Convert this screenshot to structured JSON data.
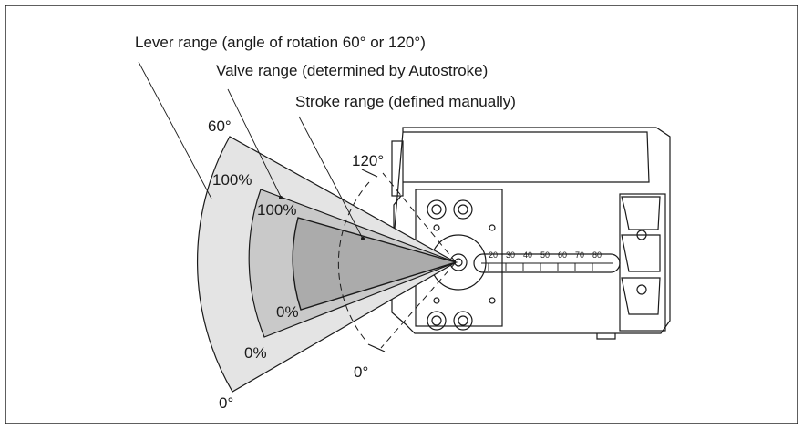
{
  "callouts": {
    "lever_range": "Lever range (angle of rotation 60° or 120°)",
    "valve_range": "Valve range (determined by Autostroke)",
    "stroke_range": "Stroke range (defined manually)"
  },
  "angles": {
    "lever_top": "60°",
    "lever_bottom": "0°",
    "device_top": "120°",
    "device_bottom": "0°"
  },
  "percent_labels": {
    "lever_top": "100%",
    "lever_bottom": "0%",
    "valve_top": "100%",
    "valve_bottom": "0%"
  },
  "scale_labels": [
    "20",
    "30",
    "40",
    "50",
    "60",
    "70",
    "80"
  ],
  "colors": {
    "lever_fill": "#e4e4e4",
    "valve_fill": "#c9c9c9",
    "stroke_fill": "#ababab",
    "line": "#1a1a1a"
  }
}
